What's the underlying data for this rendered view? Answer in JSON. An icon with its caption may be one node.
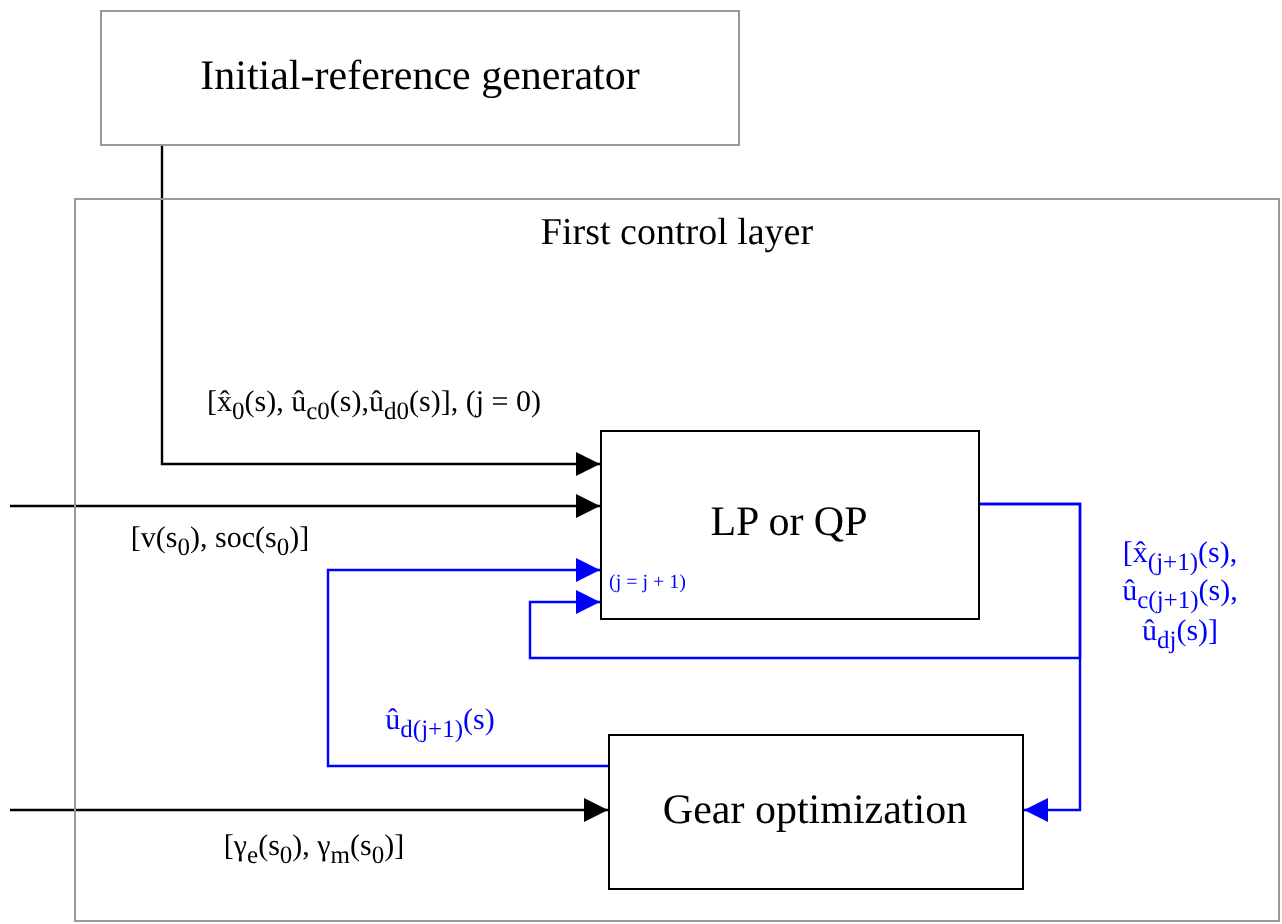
{
  "diagram": {
    "nodes": [
      {
        "text": [
          "Initial-reference generator"
        ]
      },
      {
        "text": [
          "First control layer"
        ]
      },
      {
        "text": [
          "LP or QP",
          "(j = j + 1)"
        ],
        "in": 1
      },
      {
        "text": [
          "Gear optimization"
        ],
        "in": 1
      }
    ],
    "edges": [
      {
        "from": 0,
        "to": 2,
        "arrow": "to",
        "label": "[x̂$_{0}$(s), û$_{c0}$(s),û$_{d0}$(s)], (j = 0)"
      },
      {
        "from": null,
        "to": 2,
        "arrow": "to",
        "label": "[v(s$_{0}$), soc(s$_{0}$)]"
      },
      {
        "from": 3,
        "to": 2,
        "arrow": "to",
        "label": "û$_{d(j+1)}$(s)",
        "color": "#0000ff"
      },
      {
        "from": 2,
        "to": 3,
        "arrow": "to",
        "label": "[x̂$_{(j+1)}$(s), û$_{c(j+1)}$(s), û$_{dj}$(s)]",
        "color": "#0000ff"
      },
      {
        "from": 2,
        "to": 2,
        "arrow": "to",
        "color": "#0000ff"
      },
      {
        "from": null,
        "to": 3,
        "arrow": "to",
        "label": "[γ$_{e}$(s$_{0}$), γ$_{m}$(s$_{0}$)]"
      }
    ]
  }
}
